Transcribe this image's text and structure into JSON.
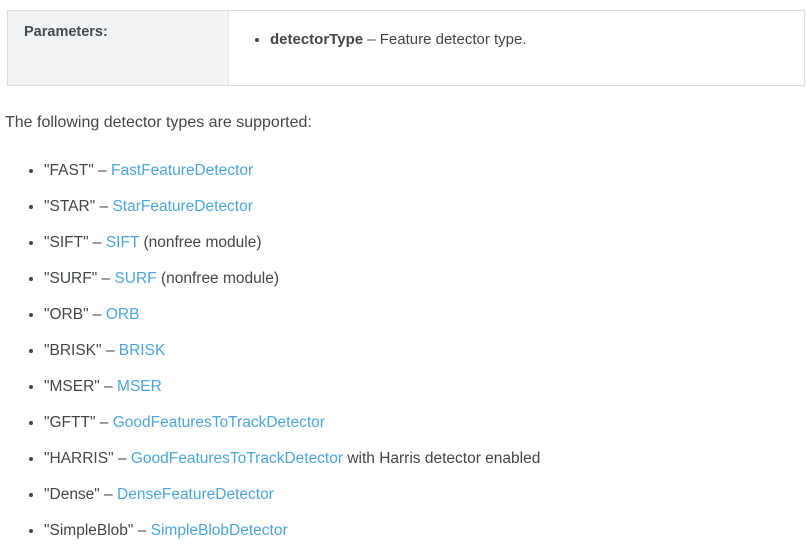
{
  "page": {
    "background_color": "#ffffff",
    "text_color": "#43474b",
    "link_color": "#4da5e0",
    "table_label_bg": "#f1f3f5"
  },
  "separator": "–",
  "parameters_table": {
    "label": "Parameters:",
    "items": [
      {
        "name": "detectorType",
        "description": "Feature detector type."
      }
    ]
  },
  "intro_text": "The following detector types are supported:",
  "detector_list": [
    {
      "quoted": "\"FAST\"",
      "link": "FastFeatureDetector",
      "suffix": ""
    },
    {
      "quoted": "\"STAR\"",
      "link": "StarFeatureDetector",
      "suffix": ""
    },
    {
      "quoted": "\"SIFT\"",
      "link": "SIFT",
      "suffix": " (nonfree module)"
    },
    {
      "quoted": "\"SURF\"",
      "link": "SURF",
      "suffix": " (nonfree module)"
    },
    {
      "quoted": "\"ORB\"",
      "link": "ORB",
      "suffix": ""
    },
    {
      "quoted": "\"BRISK\"",
      "link": "BRISK",
      "suffix": ""
    },
    {
      "quoted": "\"MSER\"",
      "link": "MSER",
      "suffix": ""
    },
    {
      "quoted": "\"GFTT\"",
      "link": "GoodFeaturesToTrackDetector",
      "suffix": ""
    },
    {
      "quoted": "\"HARRIS\"",
      "link": "GoodFeaturesToTrackDetector",
      "suffix": " with Harris detector enabled"
    },
    {
      "quoted": "\"Dense\"",
      "link": "DenseFeatureDetector",
      "suffix": ""
    },
    {
      "quoted": "\"SimpleBlob\"",
      "link": "SimpleBlobDetector",
      "suffix": ""
    }
  ]
}
